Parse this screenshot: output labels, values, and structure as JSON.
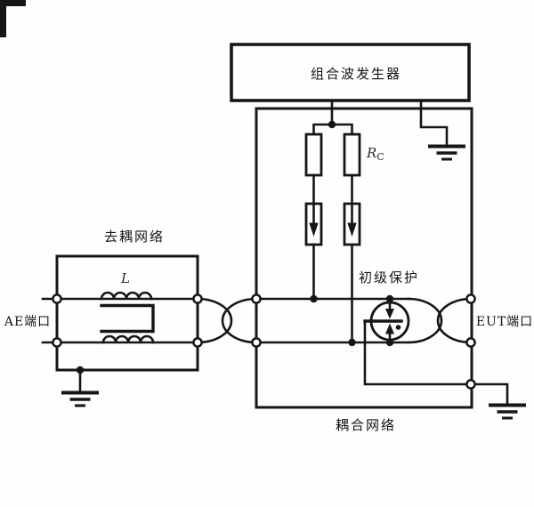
{
  "labels": {
    "generator": "组合波发生器",
    "coupling_network": "耦合网络",
    "decoupling_network": "去耦网络",
    "primary_protection": "初级保护",
    "ae_port": "AE端口",
    "eut_port": "EUT端口",
    "inductor": "L",
    "coupling_resistor": "R",
    "coupling_resistor_subscript": "C"
  },
  "colors": {
    "line": "#161616",
    "background": "#fefefe"
  }
}
